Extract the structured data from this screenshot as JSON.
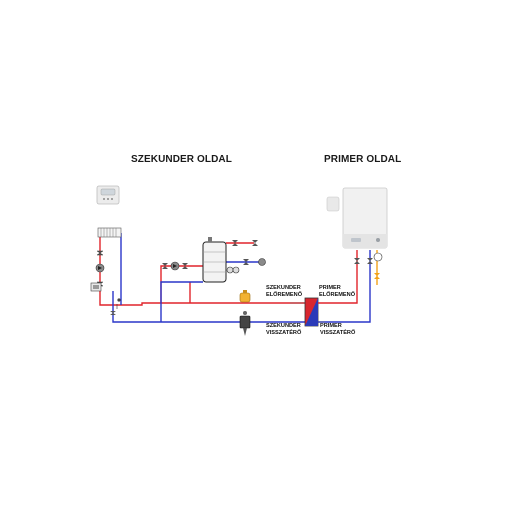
{
  "headings": {
    "secondary_side": "SZEKUNDER OLDAL",
    "primary_side": "PRIMER OLDAL"
  },
  "labels": {
    "secondary_supply_1": "SZEKUNDER",
    "secondary_supply_2": "ELŐREMENŐ",
    "secondary_return_1": "SZEKUNDER",
    "secondary_return_2": "VISSZATÉRŐ",
    "primary_supply_1": "PRIMER",
    "primary_supply_2": "ELŐREMENŐ",
    "primary_return_1": "PRIMER",
    "primary_return_2": "VISSZATÉRŐ"
  },
  "colors": {
    "supply_pipe": "#e0242b",
    "return_pipe": "#2a36c9",
    "gas_pipe": "#f2a31b",
    "boiler_body": "#f1f1f1",
    "heat_exchanger_hot": "#d8262e",
    "heat_exchanger_cold": "#2b3ab8"
  },
  "icons": [
    "room-thermostat-icon",
    "radiator-icon",
    "circulation-pump-icon",
    "mixing-valve-icon",
    "hot-water-tank-icon",
    "expansion-vessel-icon",
    "dirt-separator-icon",
    "plate-heat-exchanger-icon",
    "gas-boiler-icon",
    "outdoor-sensor-icon",
    "ball-valve-icon"
  ]
}
